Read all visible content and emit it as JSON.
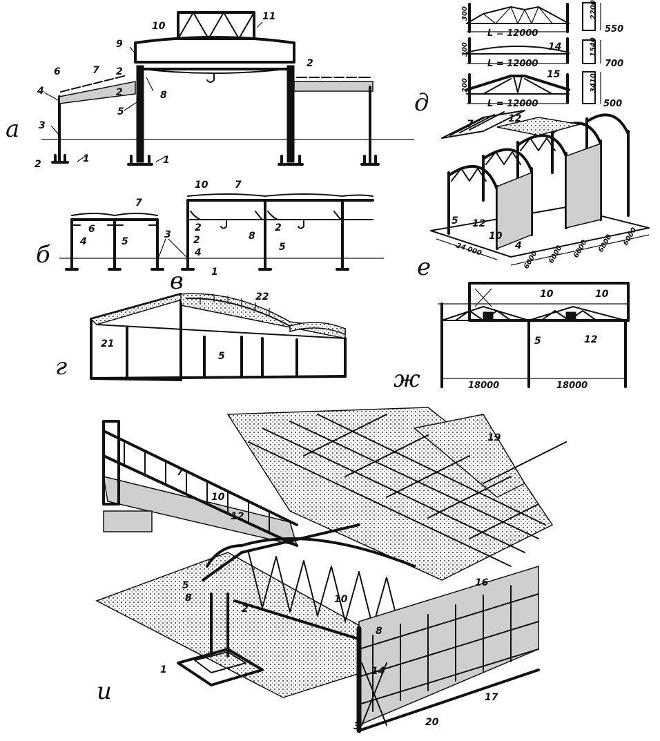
{
  "panels": {
    "a": "а",
    "b": "б",
    "v": "в",
    "g": "г",
    "d": "д",
    "e": "е",
    "zh": "ж",
    "i": "и"
  },
  "callouts": {
    "n1": "1",
    "n2": "2",
    "n3": "3",
    "n4": "4",
    "n5": "5",
    "n6": "6",
    "n7": "7",
    "n8": "8",
    "n9": "9",
    "n10": "10",
    "n11": "11",
    "n12": "12",
    "n14": "14",
    "n15": "15",
    "n16": "16",
    "n17": "17",
    "n19": "19",
    "n20": "20",
    "n21": "21",
    "n22": "22"
  },
  "dimensions": {
    "span_l": "L = 12000",
    "h550": "550",
    "h700": "700",
    "h500": "500",
    "h2200": "2200",
    "h1540": "1540",
    "h3410": "3410",
    "h300": "300",
    "h200": "200",
    "e_width": "24 000",
    "e_bay": "6000",
    "zh_span": "18000"
  },
  "colors": {
    "ink": "#111111",
    "paper": "#ffffff",
    "hatch": "#cfcfcf"
  }
}
